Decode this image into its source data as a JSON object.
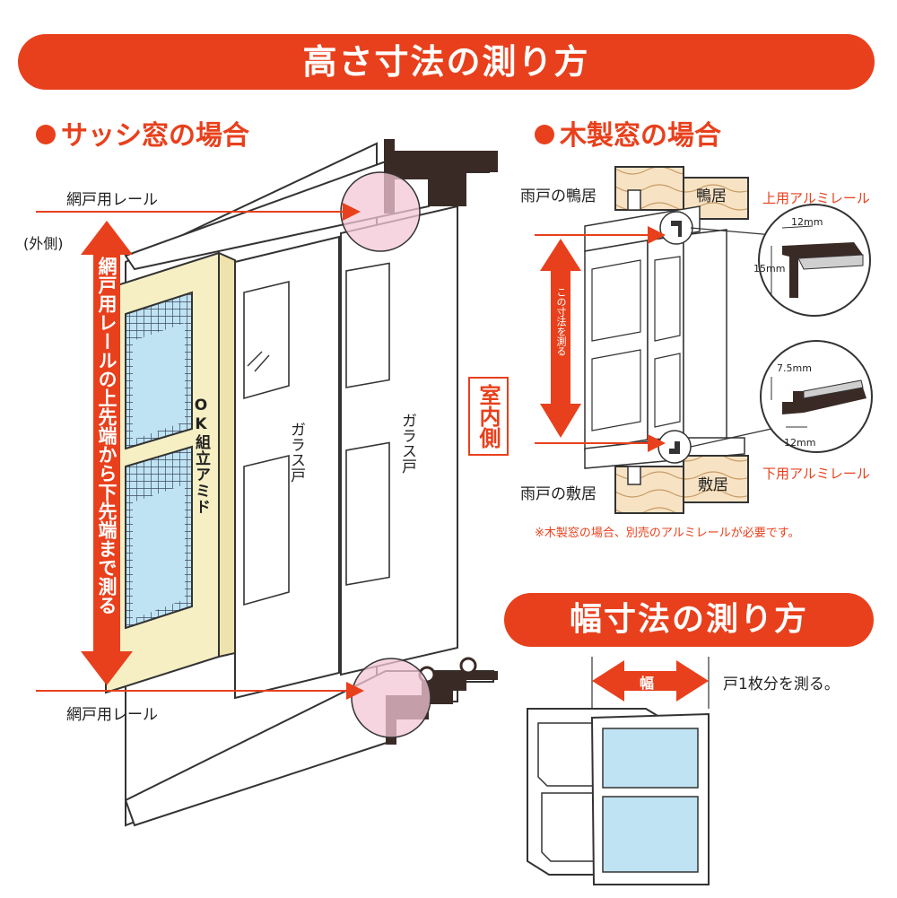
{
  "banners": {
    "height_title": "高さ寸法の測り方",
    "width_title": "幅寸法の測り方"
  },
  "sash": {
    "heading": "サッシ窓の場合",
    "rail_top": "網戸用レール",
    "rail_bottom": "網戸用レール",
    "outside": "(外側)",
    "measure_text": "網戸用レールの上先端から下先端まで測る",
    "screen_label": "OK組立アミド",
    "glass_door_1": "ガラス戸",
    "glass_door_2": "ガラス戸",
    "indoor_side": "室内側"
  },
  "wood": {
    "heading": "木製窓の場合",
    "amado_kamoi": "雨戸の鴨居",
    "kamoi": "鴨居",
    "upper_rail": "上用アルミレール",
    "dim_12mm_top": "12mm",
    "dim_15mm": "15mm",
    "measure_this": "この寸法を測る",
    "dim_75mm": "7.5mm",
    "dim_12mm_bottom": "12mm",
    "lower_rail": "下用アルミレール",
    "amado_shikii": "雨戸の敷居",
    "shikii": "敷居",
    "note": "※木製窓の場合、別売のアルミレールが必要です。"
  },
  "width": {
    "label": "幅",
    "instruction": "戸1枚分を測る。"
  },
  "colors": {
    "accent": "#e8401c",
    "frame": "#f6efc4",
    "glass": "#bfe3f3",
    "wood": "#f7e3c4",
    "rail": "#3a2a26",
    "callout": "#f3c6d5"
  }
}
